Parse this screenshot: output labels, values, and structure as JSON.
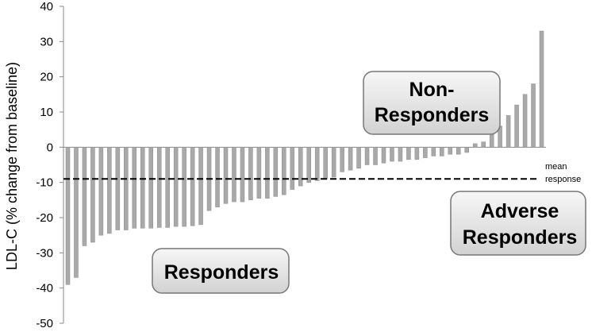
{
  "chart_data": {
    "type": "bar",
    "ylabel": "LDL-C (% change from baseline)",
    "xlabel": "",
    "ylim": [
      -50,
      40
    ],
    "yticks": [
      40,
      30,
      20,
      10,
      0,
      -10,
      -20,
      -30,
      -40,
      -50
    ],
    "values": [
      -39,
      -37,
      -28,
      -27,
      -25,
      -24.5,
      -23.5,
      -23.5,
      -23,
      -23,
      -23,
      -22.8,
      -22.8,
      -22.5,
      -22.5,
      -22.3,
      -22,
      -18,
      -17,
      -16,
      -15.5,
      -15.5,
      -15,
      -14.5,
      -14.5,
      -14,
      -13.5,
      -12,
      -11,
      -10,
      -9.5,
      -9,
      -8.5,
      -7,
      -6.5,
      -6,
      -5,
      -5,
      -4.5,
      -4,
      -4,
      -3.5,
      -3.5,
      -3,
      -2.5,
      -2.5,
      -2,
      -2,
      -1.5,
      1,
      1.5,
      5,
      6,
      9,
      12,
      15,
      18,
      33
    ],
    "mean_response": -9,
    "mean_label_lines": [
      "mean",
      "response"
    ],
    "bar_color": "#a9a9a9",
    "groups": [
      {
        "label_lines": [
          "Non-",
          "Responders"
        ]
      },
      {
        "label_lines": [
          "Adverse",
          "Responders"
        ]
      },
      {
        "label_lines": [
          "Responders"
        ]
      }
    ]
  }
}
